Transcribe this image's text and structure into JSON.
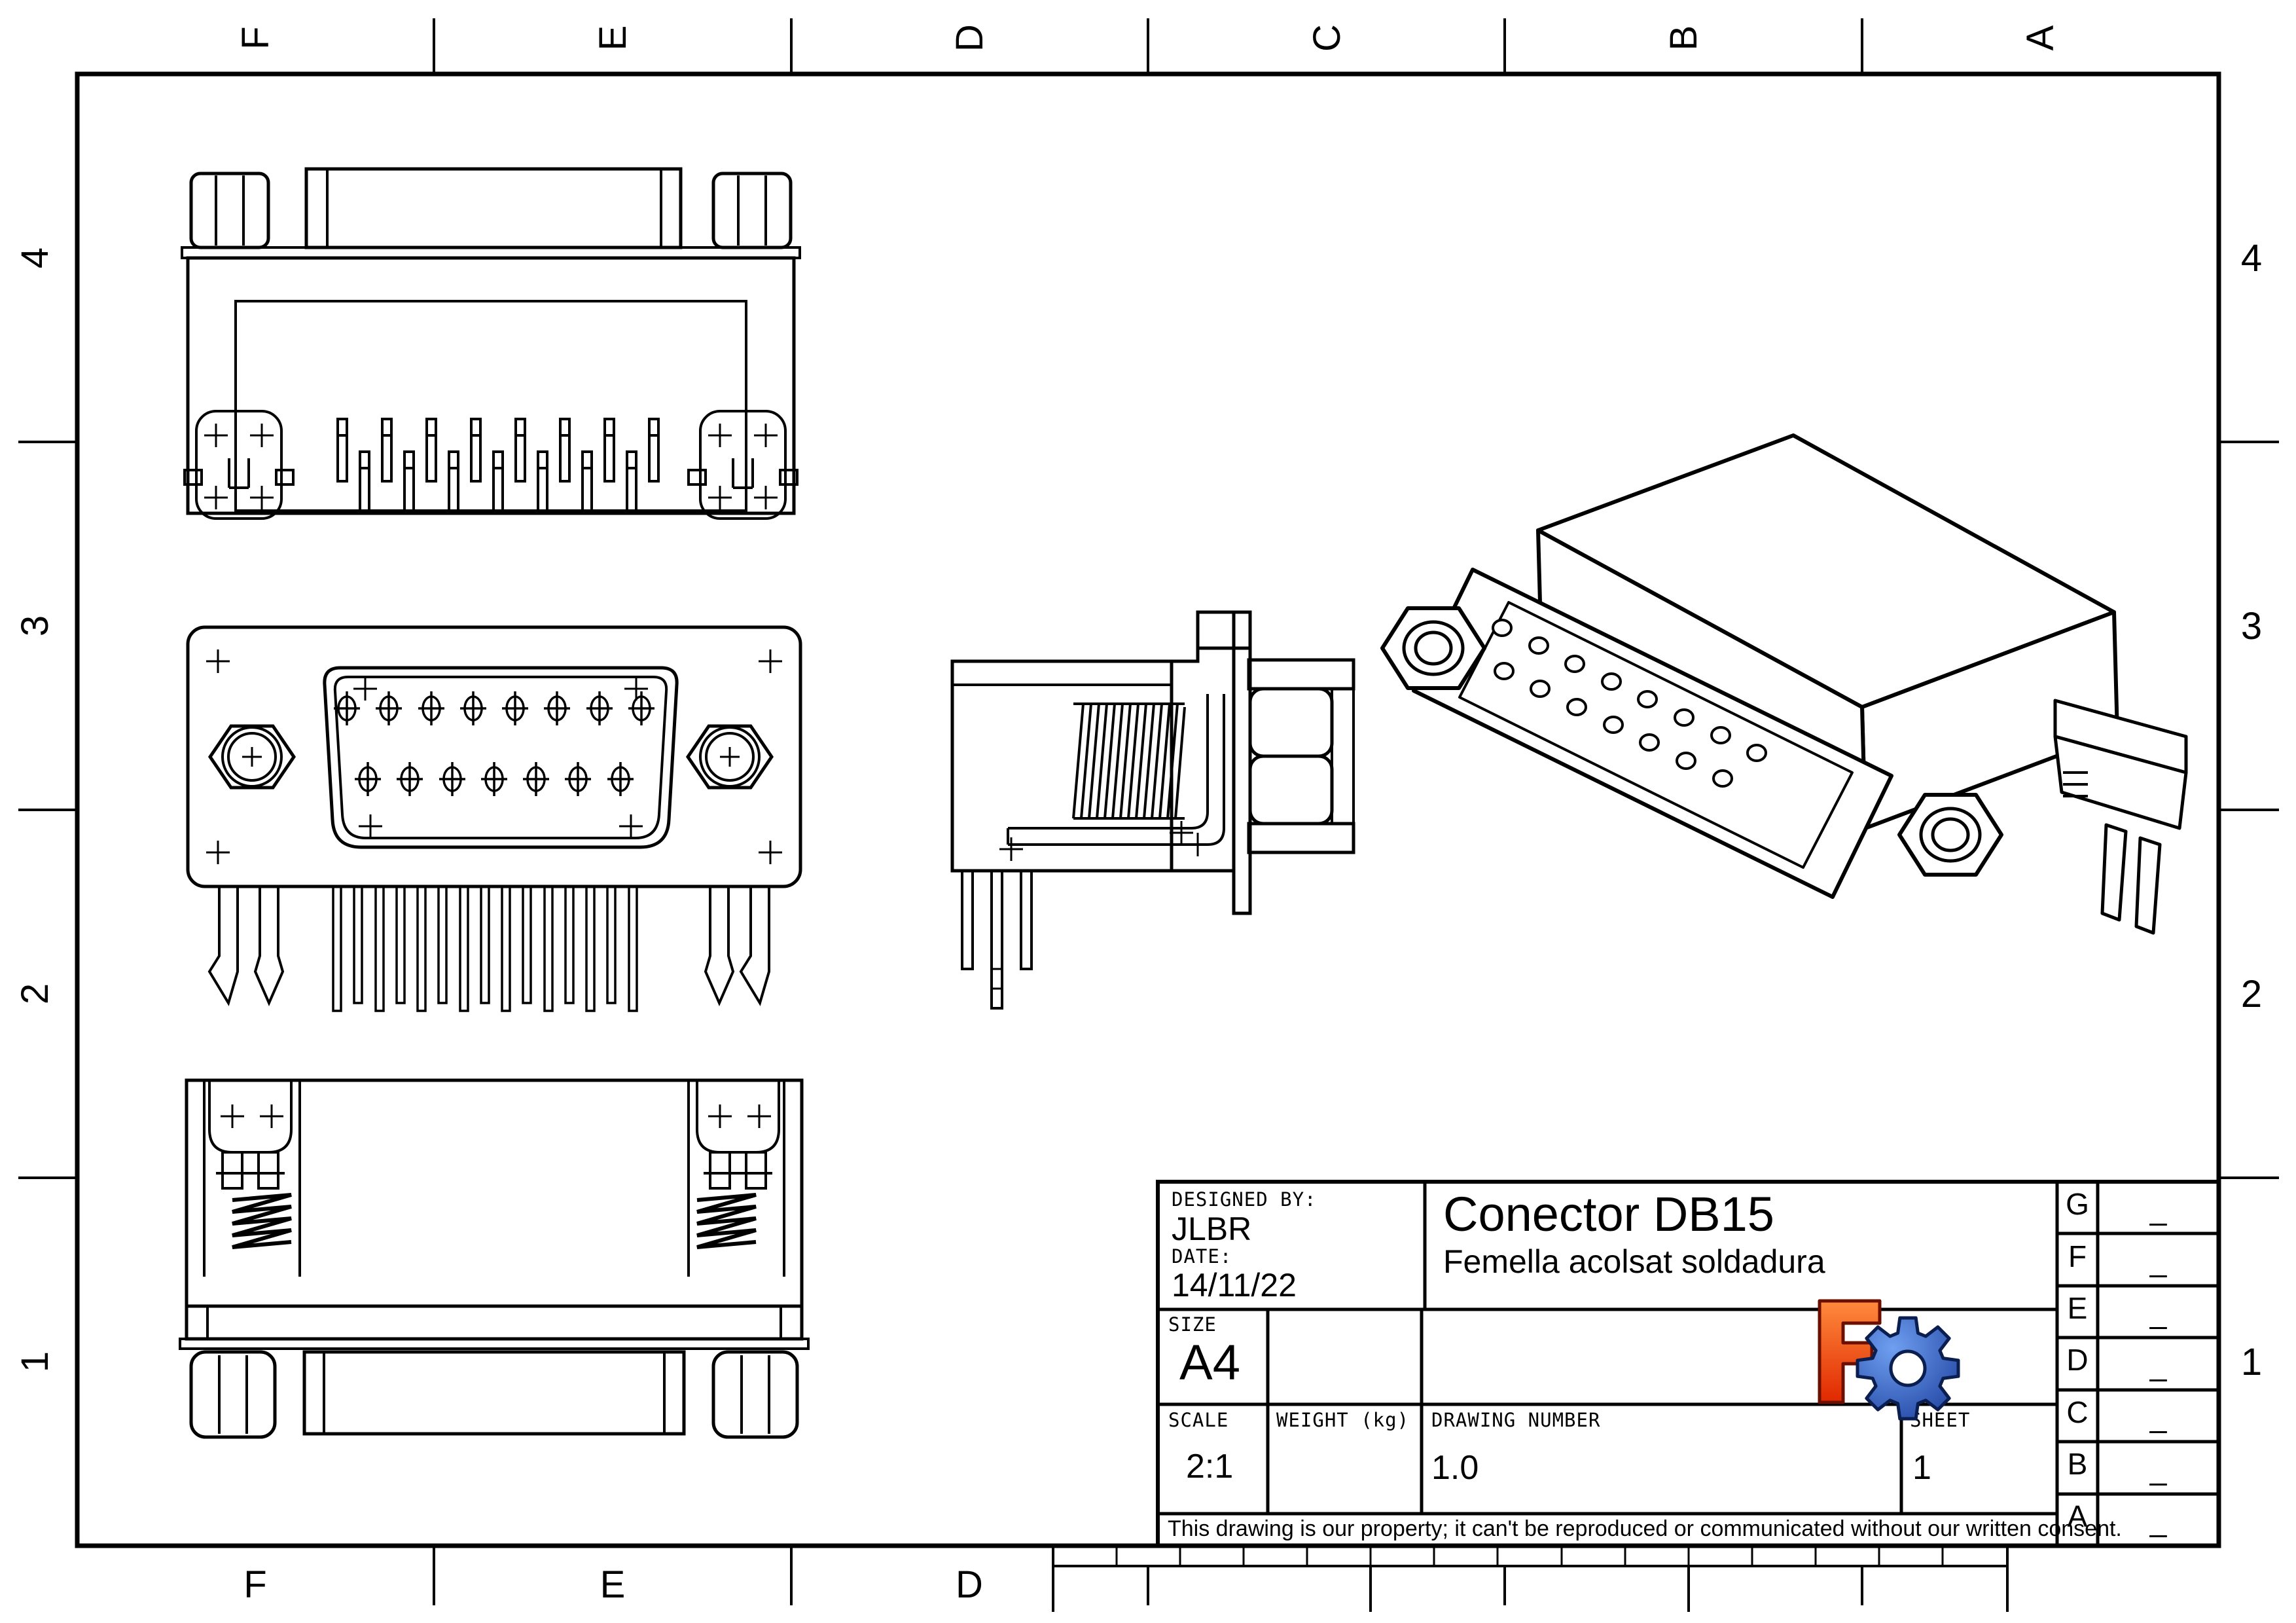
{
  "sheet": {
    "kind": "technical-drawing",
    "paper_size": "A4"
  },
  "border": {
    "top_letters": [
      "F",
      "E",
      "D",
      "C",
      "B",
      "A"
    ],
    "bottom_letters": [
      "F",
      "E",
      "D"
    ],
    "left_numbers": [
      "4",
      "3",
      "2",
      "1"
    ],
    "right_numbers": [
      "4",
      "3",
      "2",
      "1"
    ]
  },
  "title_block": {
    "designed_by_label": "DESIGNED BY:",
    "designed_by": "JLBR",
    "date_label": "DATE:",
    "date": "14/11/22",
    "title": "Conector DB15",
    "subtitle": "Femella acolsat soldadura",
    "size_label": "SIZE",
    "size": "A4",
    "scale_label": "SCALE",
    "scale": "2:1",
    "weight_label": "WEIGHT (kg)",
    "weight": "",
    "drawing_number_label": "DRAWING NUMBER",
    "drawing_number": "1.0",
    "sheet_label": "SHEET",
    "sheet_number": "1",
    "disclaimer": "This drawing is our property; it can't be reproduced or communicated without our written consent.",
    "revision_rows": [
      "G",
      "F",
      "E",
      "D",
      "C",
      "B",
      "A"
    ],
    "revision_dash": "_"
  },
  "logo": {
    "name": "FreeCAD",
    "f_color": "#FF6A1E",
    "f_color_dark": "#E02800",
    "f_outline": "#6B1000",
    "gear_color": "#6F9FF0",
    "gear_color_dark": "#1C3F9E",
    "gear_outline": "#0A1E4F"
  },
  "views": {
    "top": "top view of DB15 female right-angle connector",
    "front": "front view with 15 socket holes (8 over 7)",
    "side": "left side profile with threaded jack screw",
    "isometric": "isometric view",
    "bottom": "bottom view with board locks and hex standoffs"
  },
  "line_color": "#000000"
}
